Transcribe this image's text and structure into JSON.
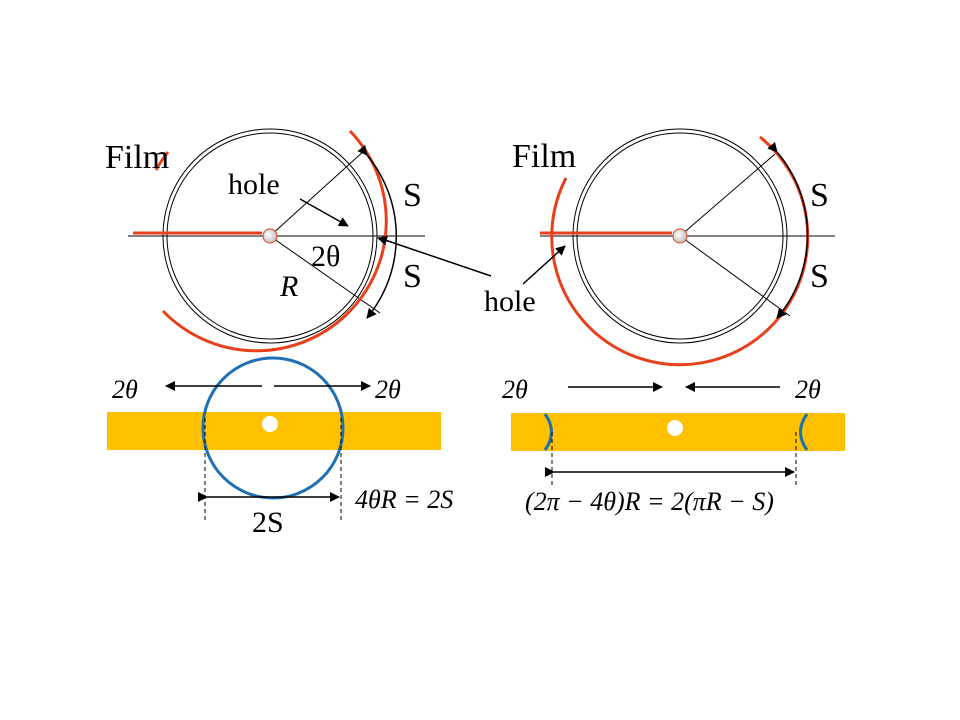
{
  "top_left": {
    "film_label": "Film",
    "hole_label": "hole",
    "s_upper": "S",
    "s_lower": "S",
    "angle_label": "2θ",
    "radius_label": "R"
  },
  "top_right": {
    "film_label": "Film",
    "hole_label": "hole",
    "s_upper": "S",
    "s_lower": "S"
  },
  "bottom_left": {
    "angle_left": "2θ",
    "angle_right": "2θ",
    "width_label": "2S",
    "equation": "4θR = 2S"
  },
  "bottom_right": {
    "angle_left": "2θ",
    "angle_right": "2θ",
    "equation": "(2π − 4θ)R = 2(πR − S)"
  },
  "colors": {
    "film": "#e8401c",
    "strip": "#ffc000",
    "circle": "#1f6fb5",
    "line": "#000000"
  }
}
